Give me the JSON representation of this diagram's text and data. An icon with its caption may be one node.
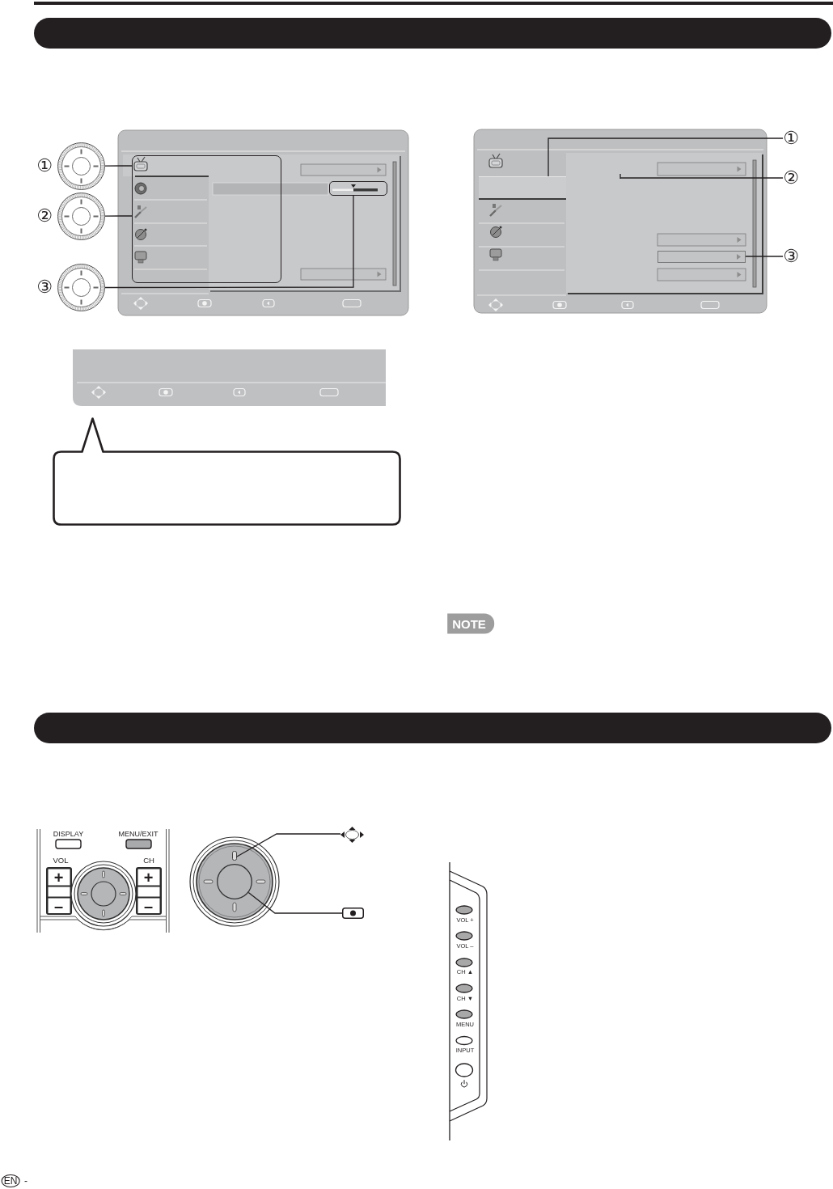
{
  "diagram": {
    "nodes": [
      {
        "text": [],
        "shape": "picture",
        "beside": [
          "①"
        ]
      },
      {
        "text": [],
        "shape": "picture",
        "beside": [
          "②"
        ]
      },
      {
        "text": [],
        "shape": "picture",
        "beside": [
          "③"
        ]
      },
      {
        "text": [],
        "shape": "box"
      },
      {
        "text": [],
        "shape": "box"
      },
      {
        "text": [
          "①"
        ]
      },
      {
        "text": [
          "②"
        ]
      },
      {
        "text": [
          "③"
        ]
      },
      {
        "text": [],
        "shape": "box"
      },
      {
        "text": [],
        "shape": "box"
      },
      {
        "text": [],
        "shape": "bubble"
      },
      {
        "text": [],
        "shape": "bar"
      },
      {
        "text": [],
        "shape": "circle"
      },
      {
        "text": [],
        "shape": "picture"
      },
      {
        "text": [],
        "shape": "picture"
      }
    ],
    "edges": [
      {
        "from": 0,
        "to": 3,
        "arrow": "none"
      },
      {
        "from": 1,
        "to": 3,
        "arrow": "none"
      },
      {
        "from": 2,
        "to": 4,
        "arrow": "none"
      },
      {
        "from": 5,
        "to": 8,
        "arrow": "none"
      },
      {
        "from": 6,
        "to": null,
        "arrow": "none"
      },
      {
        "from": 7,
        "to": 9,
        "arrow": "none"
      },
      {
        "from": 13,
        "to": 11,
        "arrow": "none"
      },
      {
        "from": 14,
        "to": 12,
        "arrow": "none"
      }
    ],
    "labels": [
      "NOTE",
      "DISPLAY",
      "MENU/EXIT",
      "VOL",
      "CH",
      "+",
      "+",
      "–",
      "–",
      "VOL +",
      "VOL –",
      "CH ▲",
      "CH ▼",
      "MENU",
      "INPUT",
      "EN",
      "-"
    ]
  }
}
